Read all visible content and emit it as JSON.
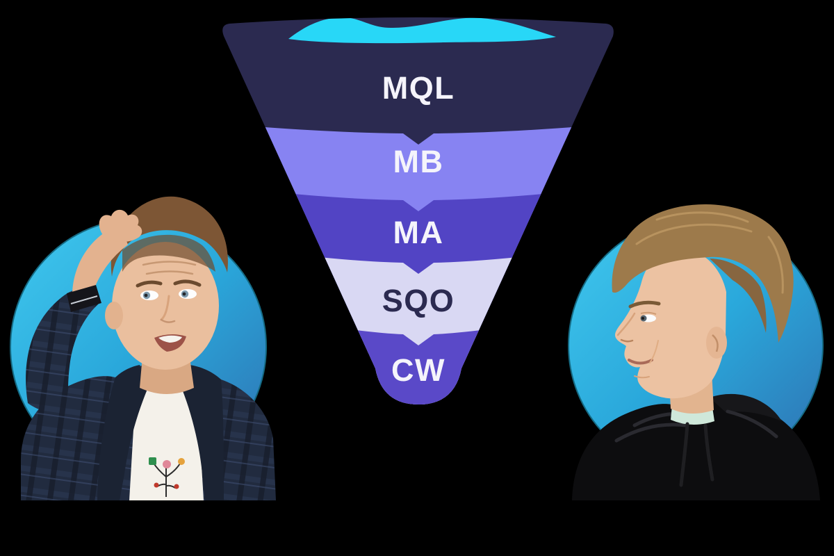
{
  "page": {
    "background_color": "#000000"
  },
  "funnel": {
    "stages": [
      {
        "label": "MQL",
        "band_color": "#2b2a50",
        "label_color": "#f5f4fb"
      },
      {
        "label": "MB",
        "band_color": "#8783f2",
        "label_color": "#f5f4fb"
      },
      {
        "label": "MA",
        "band_color": "#5244c4",
        "label_color": "#f5f4fb"
      },
      {
        "label": "SQO",
        "band_color": "#d9d8f3",
        "label_color": "#2b2a50"
      },
      {
        "label": "CW",
        "band_color": "#5a49c8",
        "label_color": "#f5f4fb"
      }
    ],
    "liquid": {
      "color": "#28d7f7"
    }
  },
  "avatars": {
    "ring_gradient": {
      "start": "#40c8ee",
      "mid": "#2aa8db",
      "end": "#2f6fb0",
      "rim": "#156a83"
    },
    "left": {
      "name": "man-scratching-head-confused"
    },
    "right": {
      "name": "man-glancing-skeptical"
    }
  }
}
